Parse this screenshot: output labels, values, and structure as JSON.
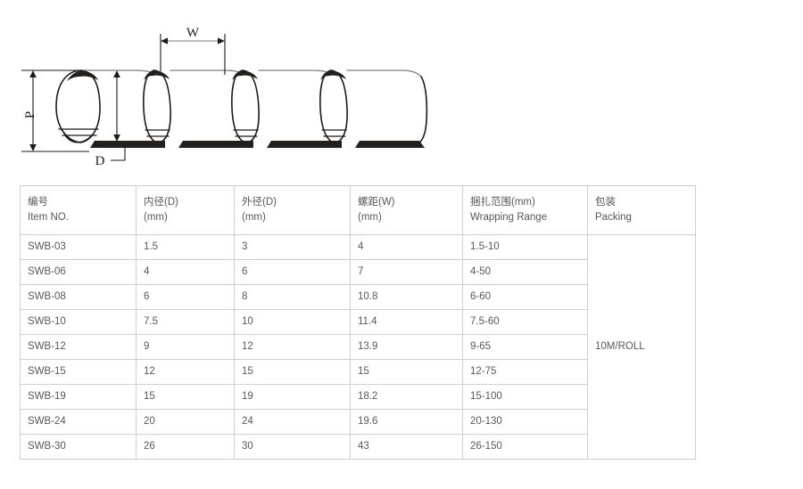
{
  "diagram": {
    "name": "spiral-wrapping-band-cross-section",
    "labels": {
      "pitch_outer": "P",
      "width": "W",
      "thickness": "D"
    }
  },
  "table": {
    "headers": [
      {
        "cn": "编号",
        "en": "Item NO."
      },
      {
        "cn": "内径(D)",
        "en": "(mm)"
      },
      {
        "cn": "外径(D)",
        "en": "(mm)"
      },
      {
        "cn": "螺距(W)",
        "en": "(mm)"
      },
      {
        "cn": "捆扎范围(mm)",
        "en": "Wrapping Range"
      },
      {
        "cn": "包装",
        "en": "Packing"
      }
    ],
    "packing_value": "10M/ROLL",
    "rows": [
      {
        "item": "SWB-03",
        "inner": "1.5",
        "outer": "3",
        "pitch": "4",
        "range": "1.5-10"
      },
      {
        "item": "SWB-06",
        "inner": "4",
        "outer": "6",
        "pitch": "7",
        "range": "4-50"
      },
      {
        "item": "SWB-08",
        "inner": "6",
        "outer": "8",
        "pitch": "10.8",
        "range": "6-60"
      },
      {
        "item": "SWB-10",
        "inner": "7.5",
        "outer": "10",
        "pitch": "11.4",
        "range": "7.5-60"
      },
      {
        "item": "SWB-12",
        "inner": "9",
        "outer": "12",
        "pitch": "13.9",
        "range": "9-65"
      },
      {
        "item": "SWB-15",
        "inner": "12",
        "outer": "15",
        "pitch": "15",
        "range": "12-75"
      },
      {
        "item": "SWB-19",
        "inner": "15",
        "outer": "19",
        "pitch": "18.2",
        "range": "15-100"
      },
      {
        "item": "SWB-24",
        "inner": "20",
        "outer": "24",
        "pitch": "19.6",
        "range": "20-130"
      },
      {
        "item": "SWB-30",
        "inner": "26",
        "outer": "30",
        "pitch": "43",
        "range": "26-150"
      }
    ]
  },
  "colors": {
    "border": "#cfcfcf",
    "text": "#58585a",
    "ink": "#1a1a1a",
    "band": "#231f1d"
  }
}
